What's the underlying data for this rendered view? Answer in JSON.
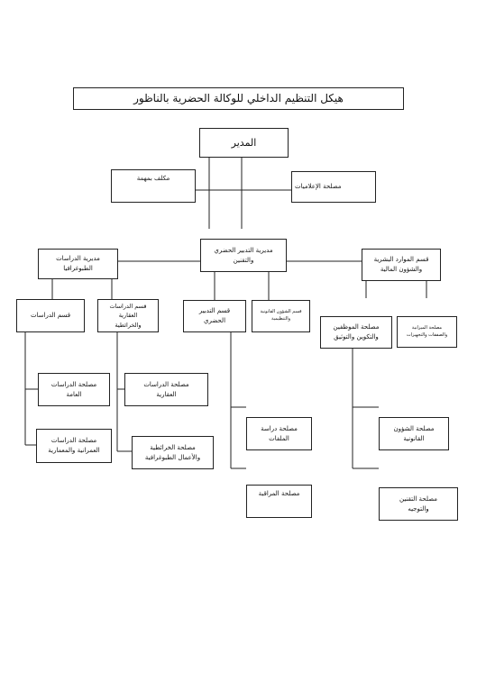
{
  "title": "هيكل التنظيم الداخلي للوكالة الحضرية بالناظور",
  "director": "المدير",
  "task_officer": "مكلف بمهمة",
  "it_service": "مصلحة الإعلاميات",
  "urban_mgmt_dir": "مديرية التدبير الحضري\nوالتقنين",
  "hr_dept": "قسم الموارد البشرية\nوالشؤون المالية",
  "studies_topo_dir": "مديرية الدراسات\nالطبوغرافيا",
  "studies_dept": "قسم الدراسات",
  "realestate_maps_dept": "قسم الدراسات العقارية\nوالخرائطية",
  "urban_mgmt_dept": "قسم التدبير\nالحضري",
  "legal_affairs_dept": "قسم الشؤون القانونية\nوالتنظيمية",
  "staff_training_service": "مصلحة الموظفين\nوالتكوين والتوثيق",
  "budget_service": "مصلحة الميزانية\nوالصفقات والتجهيزات",
  "studies_service": "مصلحة الدراسات\nالعامة",
  "realestate_service": "مصلحة الدراسات\nالعقارية",
  "urban_studies_service": "مصلحة الدراسات\nالعمرانية والمعمارية",
  "maps_service": "مصلحة الخرائطية\nوالأعمال الطبوغرافية",
  "files_service": "مصلحة دراسة\nالملفات",
  "monitoring_service": "مصلحة المراقبة",
  "legal_service": "مصلحة الشؤون\nالقانونية",
  "regulation_service": "مصلحة التقنين\nوالتوجيه"
}
